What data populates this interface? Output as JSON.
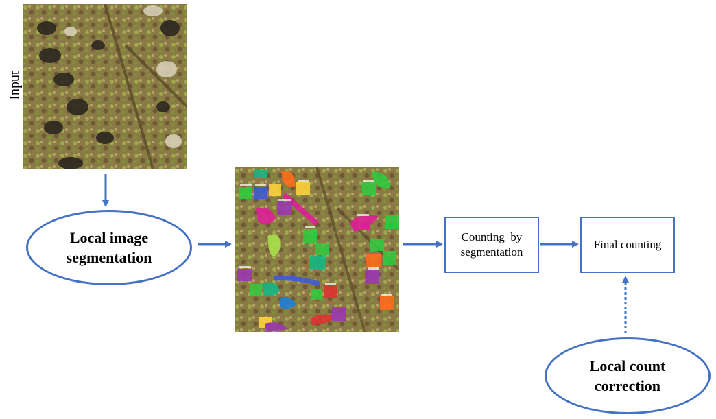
{
  "input_label": "Input",
  "nodes": {
    "segmentation": {
      "line1": "Local image",
      "line2": "segmentation"
    },
    "counting_by_segmentation": {
      "line1": "Counting  by",
      "line2": "segmentation"
    },
    "final_counting": {
      "label": "Final counting"
    },
    "count_correction": {
      "line1": "Local count",
      "line2": "correction"
    }
  },
  "colors": {
    "accent": "#4472c4",
    "segment_palette": [
      "#e11d9a",
      "#2ecc40",
      "#3b5bdb",
      "#ffd43b",
      "#ff6b1a",
      "#9c36b5",
      "#12b886",
      "#e03131",
      "#1c7ed6",
      "#a9e34b"
    ]
  },
  "images": {
    "input": "aerial-soil-vegetation-photo",
    "segmented": "instance-segmentation-overlay-photo"
  }
}
